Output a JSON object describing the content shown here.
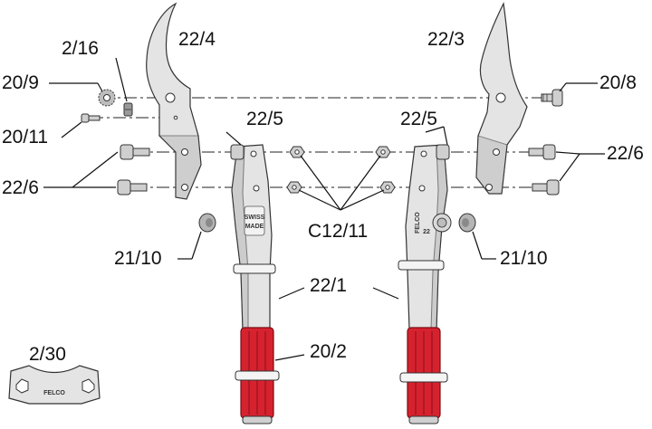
{
  "labels": {
    "blade_left": "22/4",
    "blade_right": "22/3",
    "pin": "2/16",
    "washer_left": "20/9",
    "screw_left": "20/11",
    "screw_right": "20/8",
    "pivot_left": "22/5",
    "pivot_right": "22/5",
    "bolts_left": "22/6",
    "bolts_right": "22/6",
    "nuts": "C12/11",
    "bumper_left": "21/10",
    "bumper_right": "21/10",
    "handle": "22/1",
    "grip": "20/2",
    "wrench": "2/30"
  },
  "markings": {
    "left_handle": "SWISS MADE",
    "left_handle_line1": "SWISS",
    "left_handle_line2": "MADE",
    "right_handle": "FELCO",
    "right_handle_model": "22",
    "wrench": "FELCO"
  },
  "colors": {
    "grip": "#d6222e",
    "metal": "#e4e4e4",
    "line": "#111111"
  }
}
